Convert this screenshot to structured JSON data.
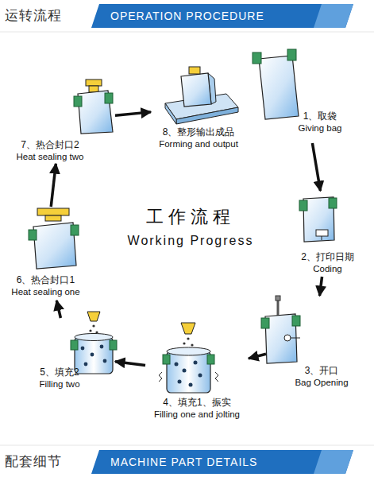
{
  "diagram": {
    "nodes": [
      {
        "text": [
          "OPERATION PROCEDURE"
        ]
      },
      {
        "text": [
          "1、取袋",
          "Giving bag"
        ]
      },
      {
        "text": [
          "2、打印日期",
          "Coding"
        ]
      },
      {
        "text": [
          "3、开口",
          "Bag Opening"
        ]
      },
      {
        "text": [
          "4、填充1、振实",
          "Filling one and jolting"
        ]
      },
      {
        "text": [
          "5、填充2",
          "Filling two"
        ]
      },
      {
        "text": [
          "6、热合封口1",
          "Heat sealing one"
        ]
      },
      {
        "text": [
          "7、热合封口2",
          "Heat sealing two"
        ]
      },
      {
        "text": [
          "8、整形输出成品",
          "Forming and output"
        ]
      },
      {
        "text": [
          "MACHINE PART DETAILS"
        ]
      }
    ],
    "edges": [
      {
        "from": 1,
        "to": 2,
        "arrow": "to"
      },
      {
        "from": 2,
        "to": 3,
        "arrow": "to"
      },
      {
        "from": 3,
        "to": 4,
        "arrow": "to"
      },
      {
        "from": 4,
        "to": 5,
        "arrow": "to"
      },
      {
        "from": 5,
        "to": 6,
        "arrow": "to"
      },
      {
        "from": 6,
        "to": 7,
        "arrow": "to"
      },
      {
        "from": 7,
        "to": 8,
        "arrow": "to"
      }
    ],
    "labels": [
      "运转流程",
      "工作流程",
      "Working Progress",
      "配套细节"
    ]
  }
}
